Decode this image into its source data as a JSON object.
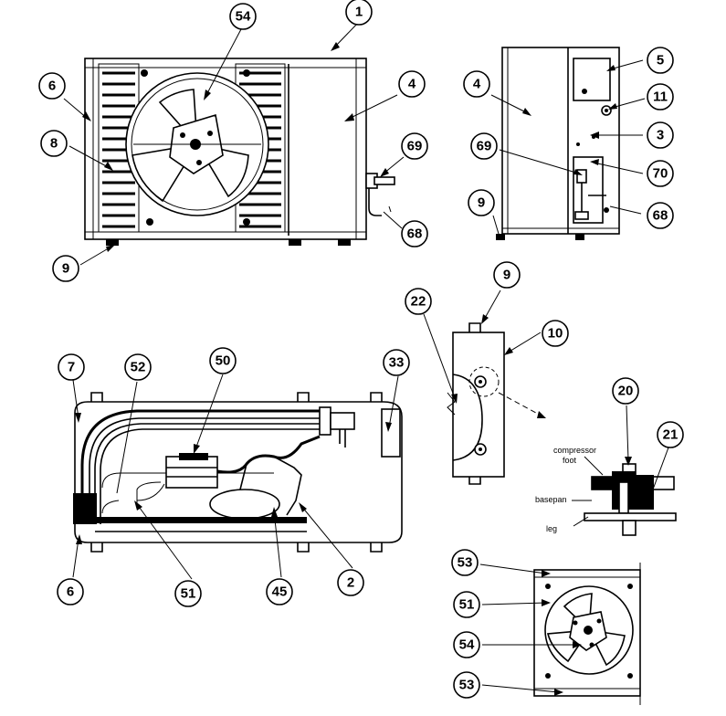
{
  "callouts": [
    {
      "id": "c1",
      "number": "1"
    },
    {
      "id": "c54a",
      "number": "54"
    },
    {
      "id": "c6a",
      "number": "6"
    },
    {
      "id": "c4a",
      "number": "4"
    },
    {
      "id": "c8",
      "number": "8"
    },
    {
      "id": "c69a",
      "number": "69"
    },
    {
      "id": "c68a",
      "number": "68"
    },
    {
      "id": "c9a",
      "number": "9"
    },
    {
      "id": "c4b",
      "number": "4"
    },
    {
      "id": "c5",
      "number": "5"
    },
    {
      "id": "c11",
      "number": "11"
    },
    {
      "id": "c3",
      "number": "3"
    },
    {
      "id": "c69b",
      "number": "69"
    },
    {
      "id": "c70",
      "number": "70"
    },
    {
      "id": "c9b",
      "number": "9"
    },
    {
      "id": "c68b",
      "number": "68"
    },
    {
      "id": "c22",
      "number": "22"
    },
    {
      "id": "c9c",
      "number": "9"
    },
    {
      "id": "c10",
      "number": "10"
    },
    {
      "id": "c7",
      "number": "7"
    },
    {
      "id": "c52",
      "number": "52"
    },
    {
      "id": "c50",
      "number": "50"
    },
    {
      "id": "c33",
      "number": "33"
    },
    {
      "id": "c20",
      "number": "20"
    },
    {
      "id": "c21",
      "number": "21"
    },
    {
      "id": "c6b",
      "number": "6"
    },
    {
      "id": "c51a",
      "number": "51"
    },
    {
      "id": "c45",
      "number": "45"
    },
    {
      "id": "c2",
      "number": "2"
    },
    {
      "id": "c53a",
      "number": "53"
    },
    {
      "id": "c51b",
      "number": "51"
    },
    {
      "id": "c54b",
      "number": "54"
    },
    {
      "id": "c53b",
      "number": "53"
    }
  ],
  "detail_labels": {
    "compressor_foot_line1": "compressor",
    "compressor_foot_line2": "foot",
    "basepan": "basepan",
    "leg": "leg"
  }
}
